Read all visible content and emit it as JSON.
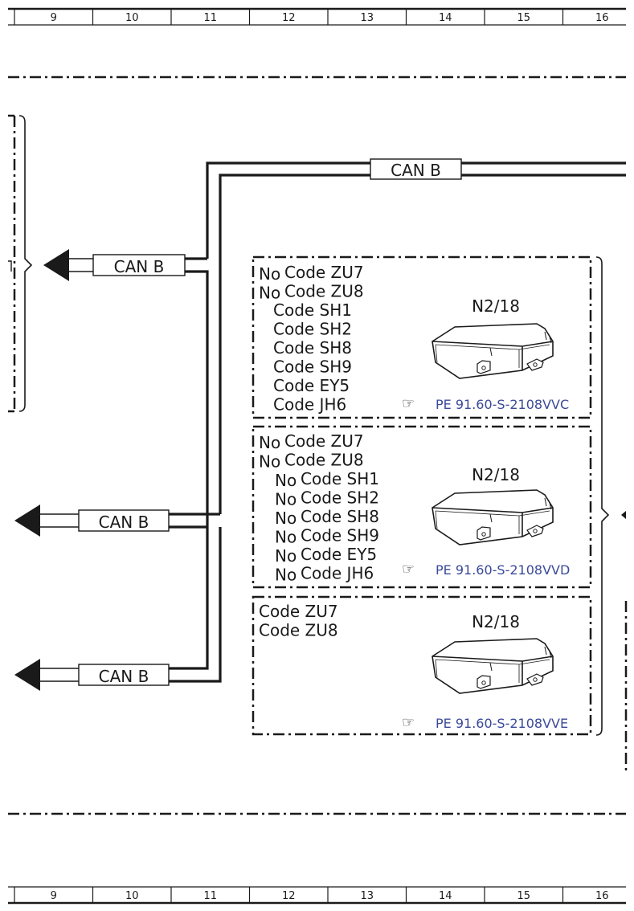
{
  "ruler": {
    "columns": [
      "9",
      "10",
      "11",
      "12",
      "13",
      "14",
      "15",
      "16"
    ]
  },
  "bus_labels": {
    "top": "CAN B",
    "left_upper": "CAN B",
    "left_middle": "CAN B",
    "left_lower": "CAN B"
  },
  "panels": [
    {
      "component": "N2/18",
      "reference": "PE 91.60-S-2108VVC",
      "code_lines": [
        {
          "prefix": "No",
          "text": "Code ZU7"
        },
        {
          "prefix": "No",
          "text": "Code ZU8"
        },
        {
          "prefix": "",
          "text": "Code SH1"
        },
        {
          "prefix": "",
          "text": "Code SH2"
        },
        {
          "prefix": "",
          "text": "Code SH8"
        },
        {
          "prefix": "",
          "text": "Code SH9"
        },
        {
          "prefix": "",
          "text": "Code EY5"
        },
        {
          "prefix": "",
          "text": "Code JH6"
        }
      ]
    },
    {
      "component": "N2/18",
      "reference": "PE 91.60-S-2108VVD",
      "code_lines": [
        {
          "prefix": "No",
          "text": "Code ZU7"
        },
        {
          "prefix": "No",
          "text": "Code ZU8"
        },
        {
          "prefix": "No",
          "text": "Code SH1"
        },
        {
          "prefix": "No",
          "text": "Code SH2"
        },
        {
          "prefix": "No",
          "text": "Code SH8"
        },
        {
          "prefix": "No",
          "text": "Code SH9"
        },
        {
          "prefix": "No",
          "text": "Code EY5"
        },
        {
          "prefix": "No",
          "text": "Code JH6"
        }
      ]
    },
    {
      "component": "N2/18",
      "reference": "PE 91.60-S-2108VVE",
      "code_lines": [
        {
          "prefix": "",
          "text": "Code ZU7"
        },
        {
          "prefix": "",
          "text": "Code ZU8"
        }
      ]
    }
  ],
  "icons": {
    "reference": "pointing-hand-icon",
    "component": "control-unit-icon",
    "connector": "arrow-left-icon"
  },
  "colors": {
    "line": "#1a1a1a",
    "reference_text": "#3b4a9a"
  }
}
